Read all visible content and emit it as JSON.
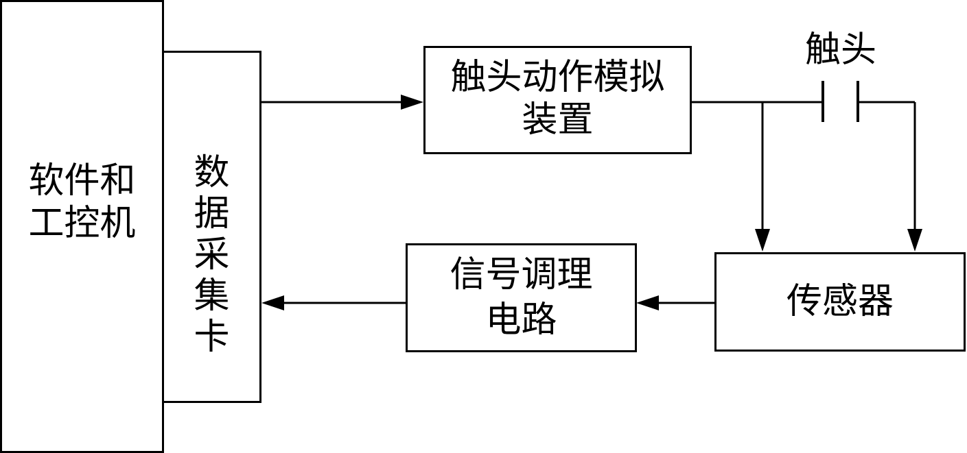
{
  "blocks": {
    "ipc": {
      "line1": "软件和",
      "line2": "工控机"
    },
    "daq": {
      "chars": [
        "数",
        "据",
        "采",
        "集",
        "卡"
      ]
    },
    "simulator": {
      "line1": "触头动作模拟",
      "line2": "装置"
    },
    "contact": {
      "label": "触头"
    },
    "sensor": {
      "label": "传感器"
    },
    "conditioning": {
      "line1": "信号调理",
      "line2": "电路"
    }
  }
}
